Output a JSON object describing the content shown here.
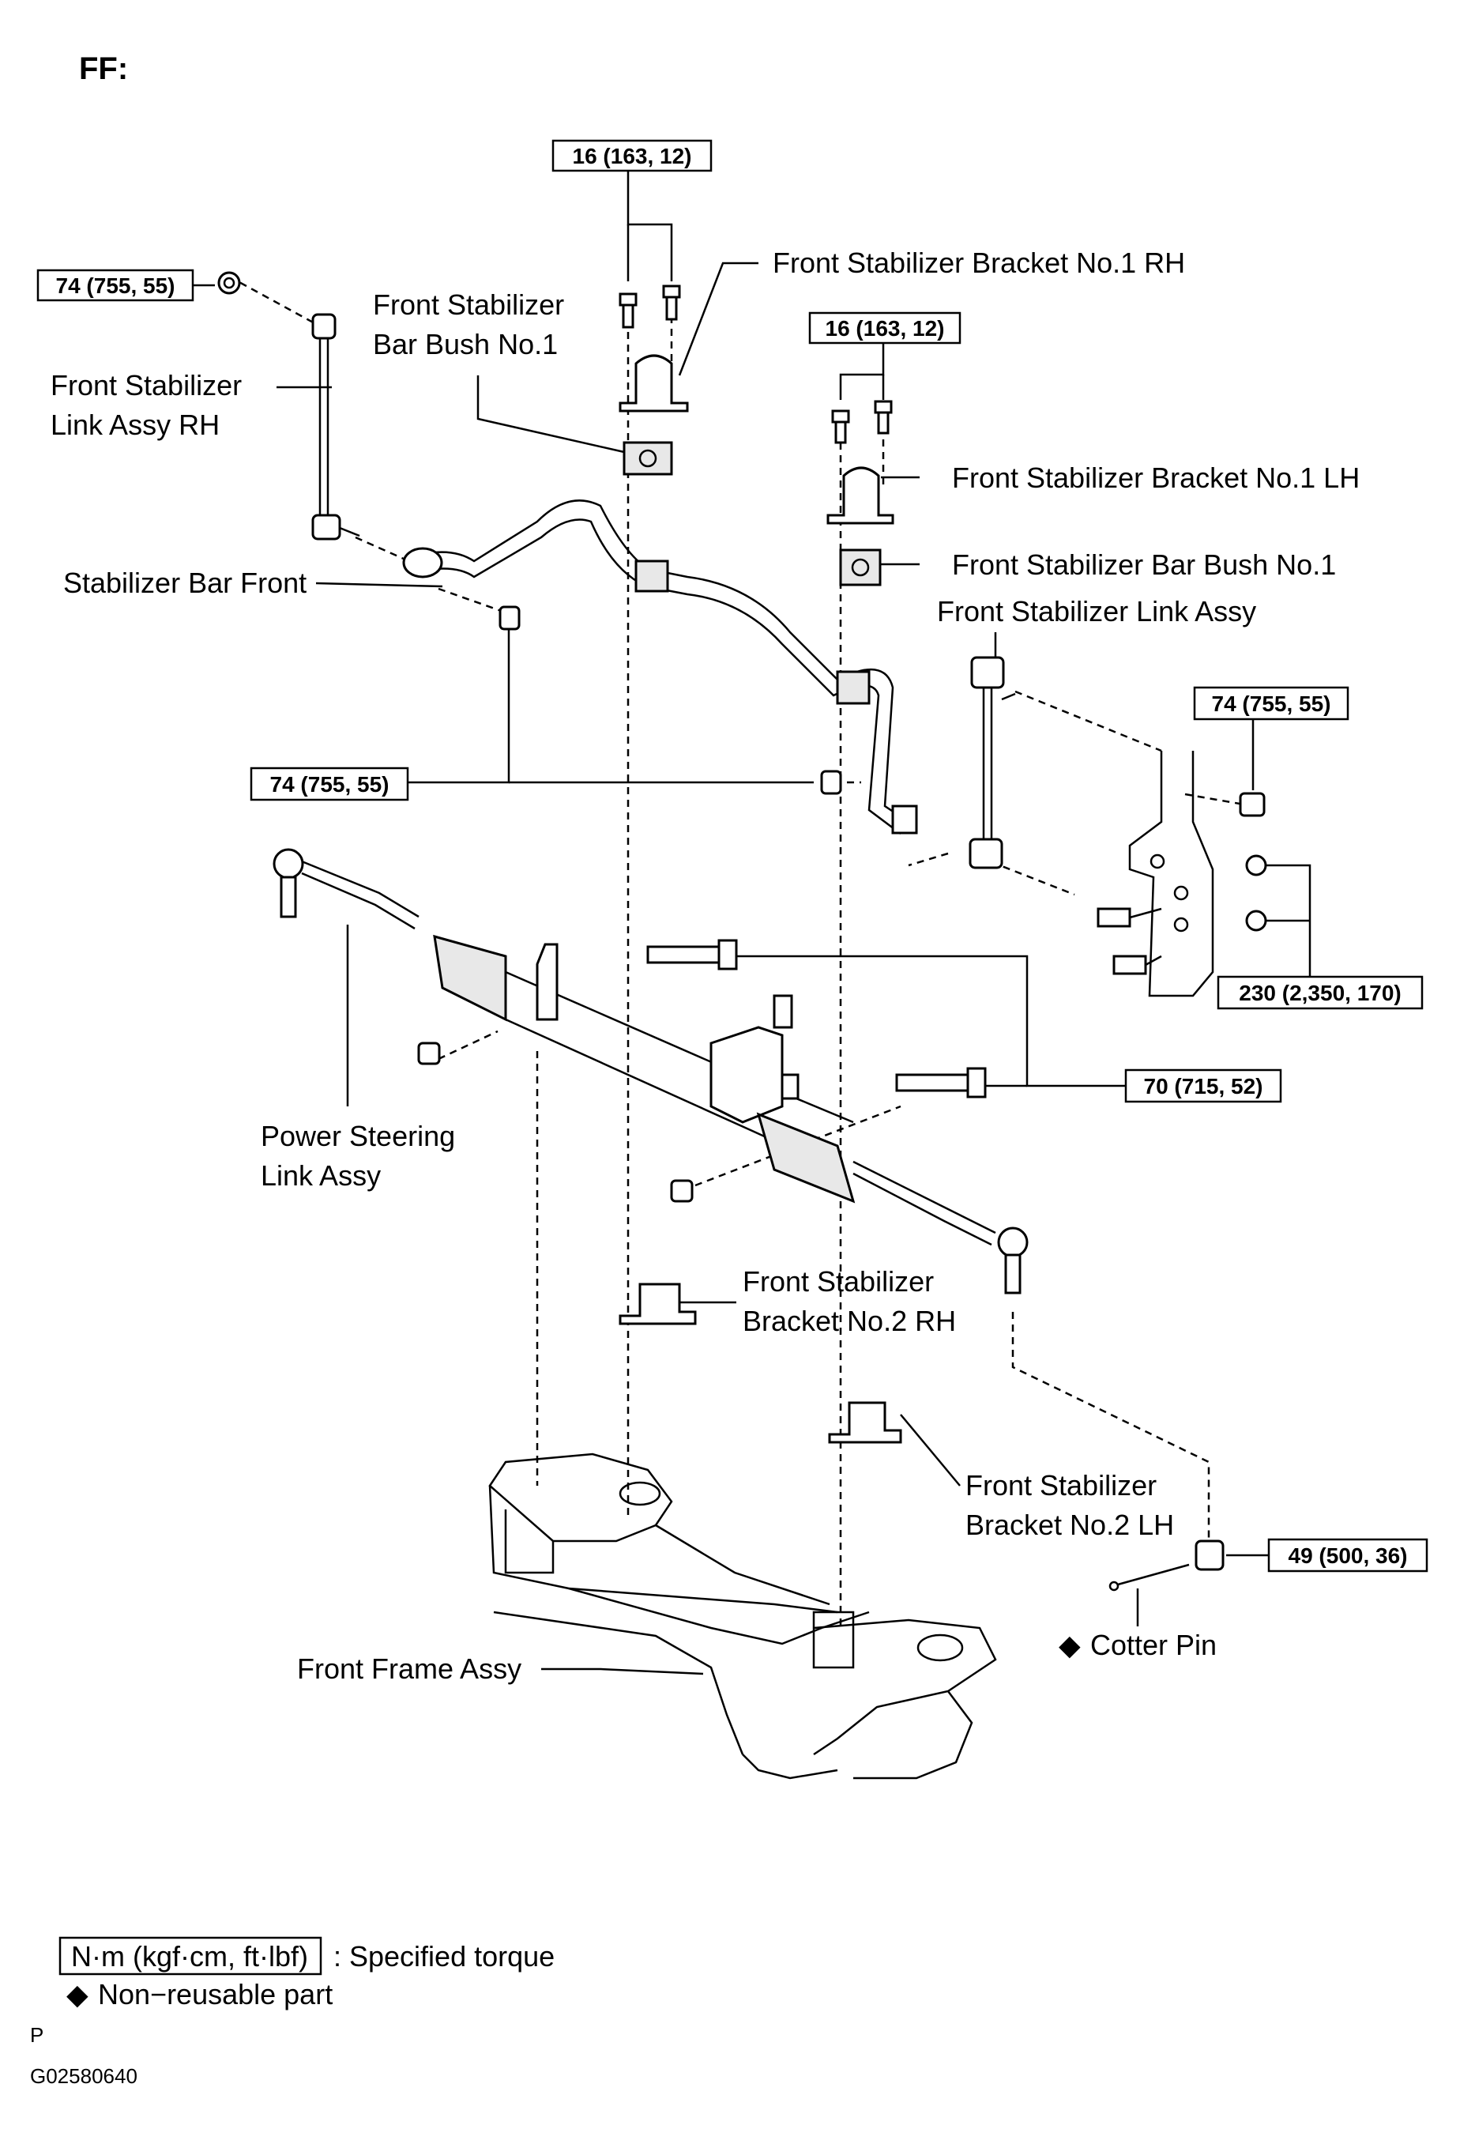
{
  "header": {
    "section": "FF:"
  },
  "torque_specs": {
    "bracket_rh_bolts": "16 (163, 12)",
    "bracket_lh_bolts": "16 (163, 12)",
    "link_rh_nut": "74 (755, 55)",
    "link_lh_nut": "74 (755, 55)",
    "stab_bar_nuts": "74 (755, 55)",
    "knuckle_bolts": "230 (2,350, 170)",
    "rack_bolts": "70 (715, 52)",
    "tie_rod_nut": "49 (500, 36)"
  },
  "labels": {
    "bracket_no1_rh": "Front Stabilizer Bracket No.1 RH",
    "bar_bush_no1_line1": "Front Stabilizer",
    "bar_bush_no1_line2": "Bar Bush No.1",
    "link_assy_rh_line1": "Front Stabilizer",
    "link_assy_rh_line2": "Link Assy RH",
    "bracket_no1_lh": "Front Stabilizer Bracket No.1 LH",
    "bar_bush_no1_lh": "Front Stabilizer Bar Bush No.1",
    "stabilizer_bar_front": "Stabilizer Bar Front",
    "link_assy": "Front Stabilizer Link Assy",
    "power_steering_line1": "Power Steering",
    "power_steering_line2": "Link Assy",
    "bracket_no2_rh_line1": "Front Stabilizer",
    "bracket_no2_rh_line2": "Bracket No.2 RH",
    "bracket_no2_lh_line1": "Front Stabilizer",
    "bracket_no2_lh_line2": "Bracket No.2 LH",
    "cotter_pin": "Cotter Pin",
    "front_frame_assy": "Front Frame Assy"
  },
  "legend": {
    "torque_unit": "N·m (kgf·cm, ft·lbf)",
    "torque_desc": ": Specified torque",
    "non_reusable": "Non−reusable part",
    "diamond": "◆"
  },
  "footer": {
    "letter": "P",
    "code": "G02580640"
  }
}
